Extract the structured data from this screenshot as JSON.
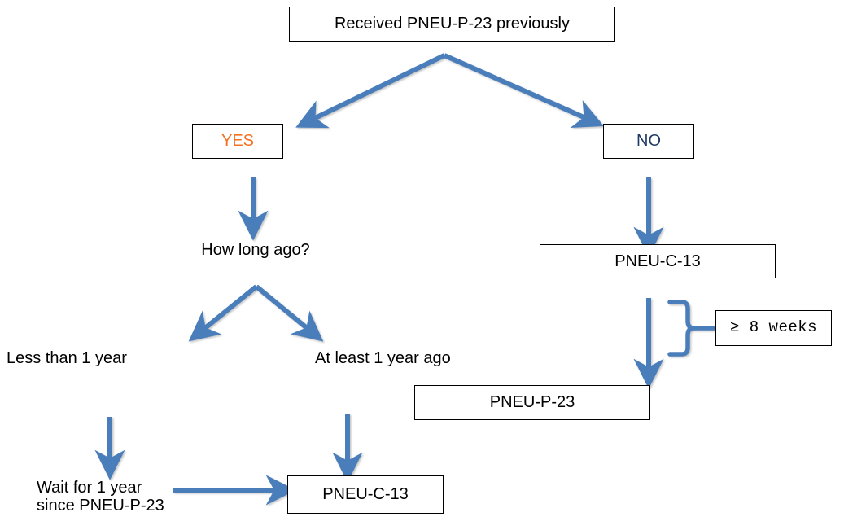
{
  "diagram": {
    "title": "Pneumococcal vaccination decision flowchart",
    "accent_arrow_color": "#4A7EBB",
    "yes_text_color": "#F4701F",
    "no_text_color": "#1F3864",
    "box_border_color": "#000000",
    "background_color": "#FFFFFF"
  },
  "nodes": {
    "root": {
      "label": "Received PNEU-P-23 previously"
    },
    "yes": {
      "label": "YES"
    },
    "no": {
      "label": "NO"
    },
    "how_long_ago": {
      "label": "How long ago?"
    },
    "less_than_1_year": {
      "label": "Less than 1 year"
    },
    "at_least_1_year": {
      "label": "At least 1 year ago"
    },
    "wait_1_year": {
      "label": "Wait for 1 year\nsince PNEU-P-23"
    },
    "pneu_c13_bottom": {
      "label": "PNEU-C-13"
    },
    "pneu_c13_right": {
      "label": "PNEU-C-13"
    },
    "pneu_p23_right": {
      "label": "PNEU-P-23"
    },
    "interval": {
      "label": "≥ 8 weeks"
    }
  },
  "connectors": [
    {
      "name": "root-to-yes",
      "kind": "arrow",
      "from": "root",
      "to": "yes"
    },
    {
      "name": "root-to-no",
      "kind": "arrow",
      "from": "root",
      "to": "no"
    },
    {
      "name": "yes-to-how-long-ago",
      "kind": "arrow",
      "from": "yes",
      "to": "how_long_ago"
    },
    {
      "name": "how-long-to-less-than-1-year",
      "kind": "arrow",
      "from": "how_long_ago",
      "to": "less_than_1_year"
    },
    {
      "name": "how-long-to-at-least-1-year",
      "kind": "arrow",
      "from": "how_long_ago",
      "to": "at_least_1_year"
    },
    {
      "name": "less-than-1-year-to-wait",
      "kind": "arrow",
      "from": "less_than_1_year",
      "to": "wait_1_year"
    },
    {
      "name": "wait-to-pneu-c13",
      "kind": "arrow",
      "from": "wait_1_year",
      "to": "pneu_c13_bottom"
    },
    {
      "name": "at-least-1-year-to-pneu-c13",
      "kind": "arrow",
      "from": "at_least_1_year",
      "to": "pneu_c13_bottom"
    },
    {
      "name": "no-to-pneu-c13-right",
      "kind": "arrow",
      "from": "no",
      "to": "pneu_c13_right"
    },
    {
      "name": "pneu-c13-right-to-pneu-p23",
      "kind": "arrow",
      "from": "pneu_c13_right",
      "to": "pneu_p23_right"
    },
    {
      "name": "interval-brace",
      "kind": "brace",
      "from": "pneu_c13_right",
      "to": "interval"
    }
  ]
}
